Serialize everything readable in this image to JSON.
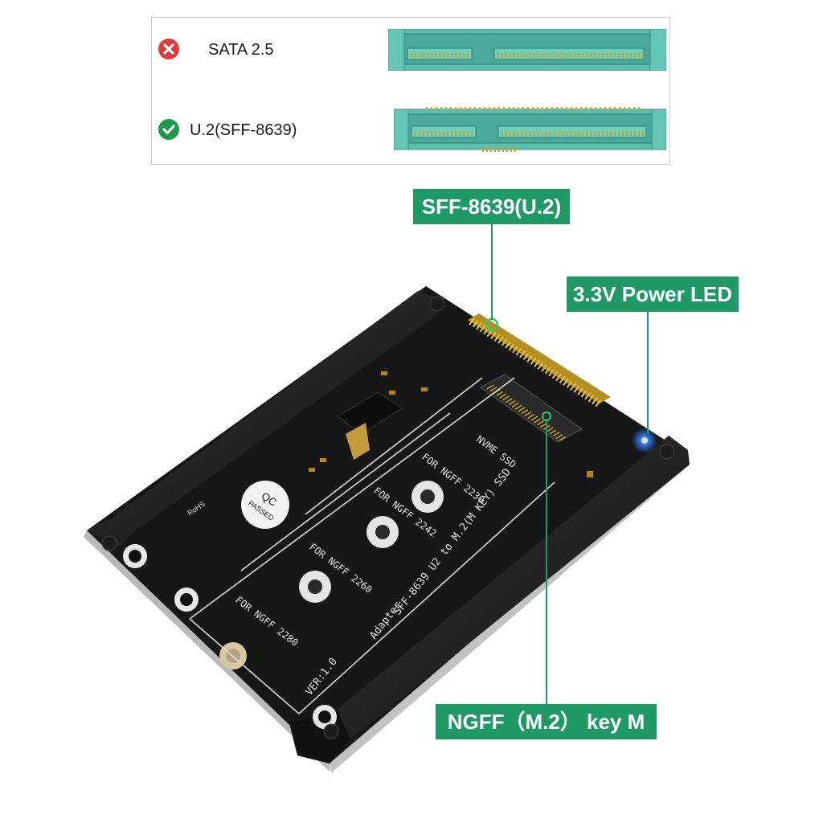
{
  "legend": {
    "rows": [
      {
        "status": "incompatible",
        "icon": "x-circle-icon",
        "label": "SATA 2.5"
      },
      {
        "status": "compatible",
        "icon": "check-circle-icon",
        "label": "U.2(SFF-8639)"
      }
    ]
  },
  "callouts": {
    "connector": "SFF-8639(U.2)",
    "led": "3.3V Power  LED",
    "slot": "NGFF（M.2） key M"
  },
  "board_text": {
    "qc_line1": "QC",
    "qc_line2": "PASSED",
    "rohs": "RoHS",
    "nvme": "NVME SSD",
    "ngff_2230": "FOR NGFF 2230",
    "ngff_2242": "FOR NGFF 2242",
    "ngff_2260": "FOR NGFF 2260",
    "ngff_2280": "FOR NGFF 2280",
    "product_line1": "SFF-8639 U2 to M.2(M KEY) SSD",
    "product_line2": "Adapter",
    "version": "VER:1.0"
  },
  "colors": {
    "accent": "#1f9a66",
    "incompatible": "#e03a3a",
    "compatible": "#1f9a4a",
    "connector_fill": "#5cbfae",
    "pin_gold": "#c9a227",
    "board": "#161616",
    "led": "#2f7dff"
  }
}
